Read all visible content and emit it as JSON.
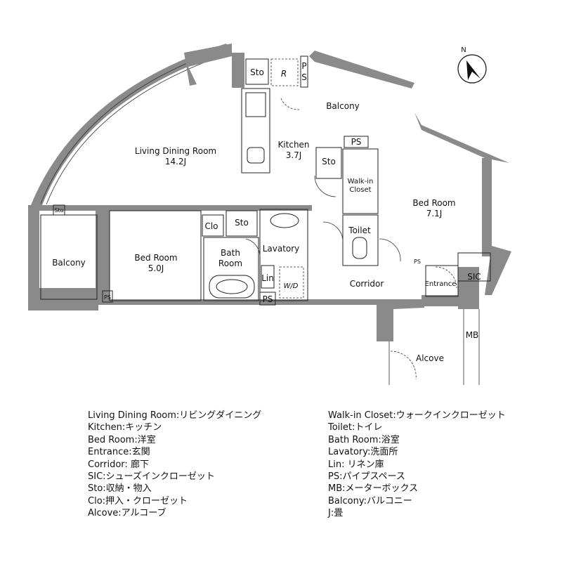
{
  "plan": {
    "rooms": {
      "ldk_label": "Living Dining Room",
      "ldk_size": "14.2J",
      "kitchen_label": "Kitchen",
      "kitchen_size": "3.7J",
      "bed1_label": "Bed Room",
      "bed1_size": "7.1J",
      "bed2_label": "Bed Room",
      "bed2_size": "5.0J",
      "balcony_top": "Balcony",
      "balcony_left": "Balcony",
      "walkin_line1": "Walk-in",
      "walkin_line2": "Closet",
      "toilet": "Toilet",
      "bath_line1": "Bath",
      "bath_line2": "Room",
      "lavatory": "Lavatory",
      "lin": "Lin",
      "wd": "W/D",
      "corridor": "Corridor",
      "entrance": "Entrance",
      "sic": "SIC",
      "mb": "MB",
      "alcove": "Alcove",
      "sto_top": "Sto",
      "sto_kitchen": "Sto",
      "sto_mid": "Sto",
      "sto_small": "Sto",
      "clo": "Clo",
      "refrigerator": "R",
      "ps_top_1": "P",
      "ps_top_2": "S",
      "ps_kitchen": "PS",
      "ps_bath": "PS",
      "ps_balcony": "PS",
      "ps_entrance": "PS"
    },
    "compass": {
      "north": "N"
    }
  },
  "legend": {
    "left": [
      "Living Dining Room:リビングダイニング",
      "Kitchen:キッチン",
      "Bed Room:洋室",
      "Entrance:玄関",
      "Corridor: 廊下",
      "SIC:シューズインクローゼット",
      "Sto:収納・物入",
      "Clo:押入・クローゼット",
      "Alcove:アルコーブ"
    ],
    "right": [
      "Walk-in Closet:ウォークインクローゼット",
      "Toilet:トイレ",
      "Bath Room:浴室",
      "Lavatory:洗面所",
      "Lin: リネン庫",
      "PS:パイプスペース",
      "MB:メーターボックス",
      "Balcony:バルコニー",
      "J:畳"
    ]
  }
}
